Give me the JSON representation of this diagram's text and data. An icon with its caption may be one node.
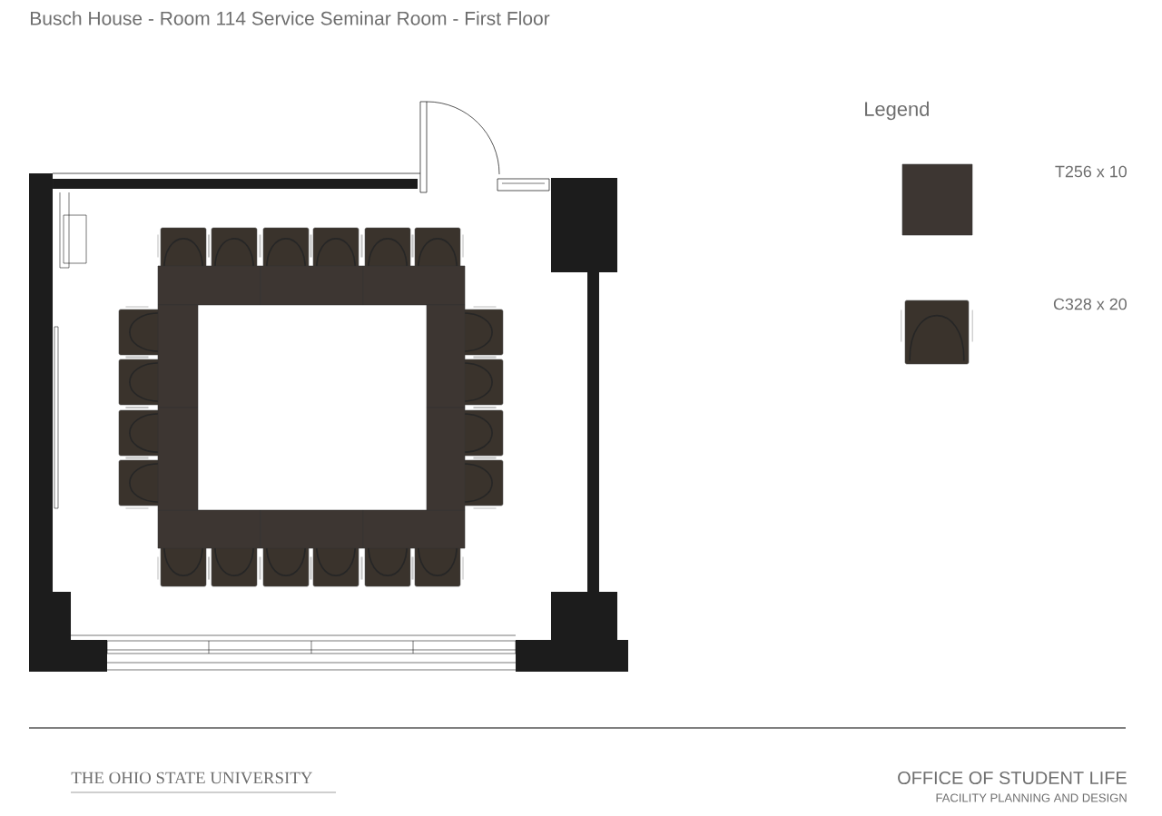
{
  "diagram": {
    "title": "Busch House - Room 114 Service Seminar Room - First Floor",
    "labels": [
      "Legend",
      "THE OHIO STATE UNIVERSITY",
      "OFFICE OF STUDENT LIFE",
      "FACILITY PLANNING AND DESIGN"
    ],
    "legend": [
      {
        "text": "T256 x 10"
      },
      {
        "text": "C328 x 20"
      }
    ]
  }
}
